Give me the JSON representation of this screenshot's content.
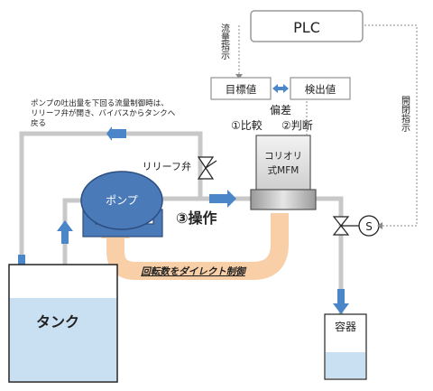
{
  "labels": {
    "plc": "PLC",
    "flow_command": "流量指示",
    "open_close_command": "開閉指示",
    "target_value": "目標値",
    "detected_value": "検出値",
    "deviation": "偏差",
    "compare": "①比較",
    "judge": "②判断",
    "relief_note_line1": "ポンプの吐出量を下回る流量制御時は、",
    "relief_note_line2": "リリーフ弁が開き、バイパスからタンクへ",
    "relief_note_line3": "戻る",
    "relief_valve": "リリーフ弁",
    "pump": "ポンプ",
    "coriolis_line1": "コリオリ",
    "coriolis_line2": "式MFM",
    "operate": "③操作",
    "speed_control": "回転数をダイレクト制御",
    "solenoid": "S",
    "tank": "タンク",
    "container": "容器"
  },
  "colors": {
    "pipe": "#c8c8c8",
    "flow_arrow": "#4a86c8",
    "pump_blue": "#4a7ab8",
    "tank_water": "#c9dff2",
    "speed_band": "#f8cfa6"
  }
}
